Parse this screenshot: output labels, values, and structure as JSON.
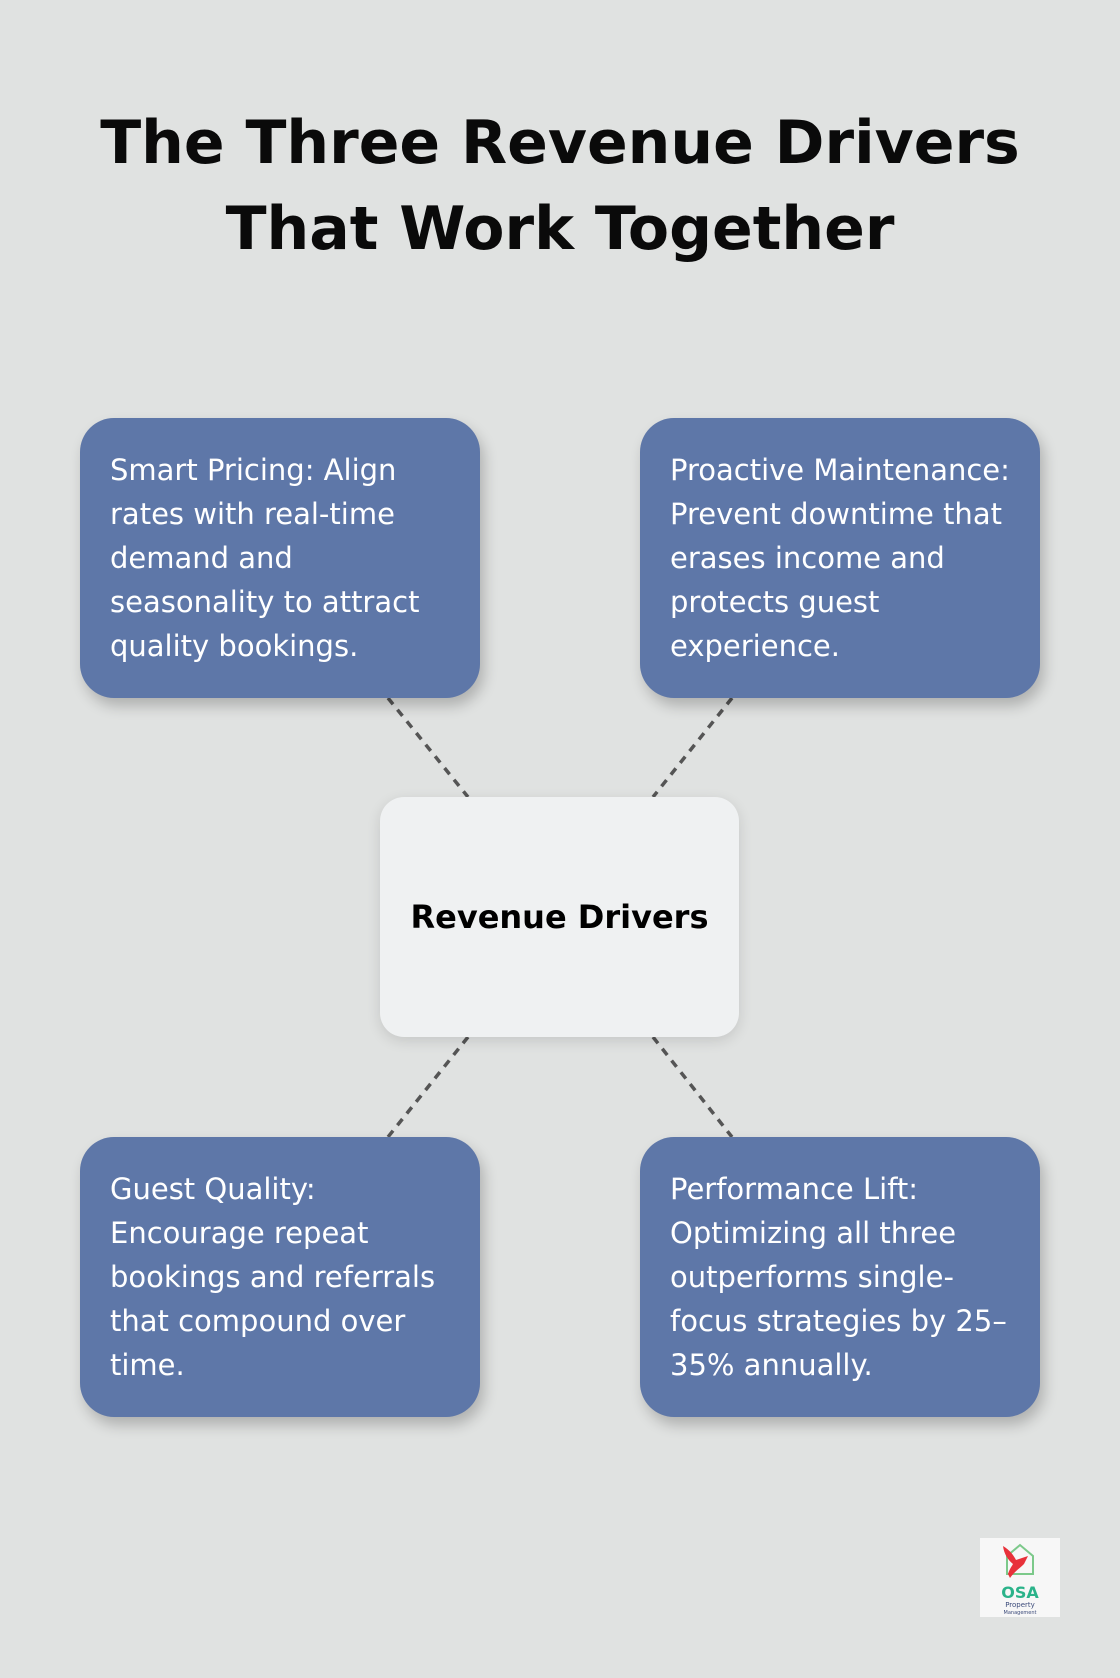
{
  "title": {
    "line1": "The Three Revenue Drivers",
    "line2": "That Work Together"
  },
  "center": {
    "label": "Revenue Drivers"
  },
  "nodes": [
    {
      "text": "Smart Pricing: Align rates with real-time demand and seasonality to attract quality bookings."
    },
    {
      "text": "Proactive Maintenance: Prevent downtime that erases income and protects guest experience."
    },
    {
      "text": "Guest Quality: Encourage repeat bookings and referrals that compound over time."
    },
    {
      "text": "Performance Lift: Optimizing all three outperforms single-focus strategies by 25–35% annually."
    }
  ],
  "logo": {
    "name": "OSA",
    "subtitle": "Property Management"
  },
  "colors": {
    "background": "#e0e2e1",
    "node": "#5e77a8",
    "center": "#eff1f2",
    "connector": "#555555"
  }
}
